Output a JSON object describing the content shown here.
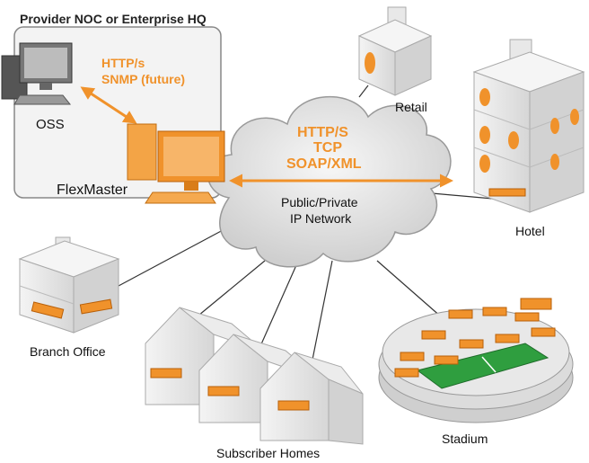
{
  "provider_box": {
    "title": "Provider NOC or Enterprise HQ"
  },
  "oss": {
    "label": "OSS"
  },
  "flexmaster": {
    "label": "FlexMaster"
  },
  "oss_link": {
    "protocol_1": "HTTP/s",
    "protocol_2": "SNMP (future)"
  },
  "cloud": {
    "protocols": [
      "HTTP/S",
      "TCP",
      "SOAP/XML"
    ],
    "network_line_1": "Public/Private",
    "network_line_2": "IP Network"
  },
  "sites": {
    "retail": "Retail",
    "hotel": "Hotel",
    "branch_office": "Branch Office",
    "subscriber_homes": "Subscriber Homes",
    "stadium": "Stadium"
  },
  "colors": {
    "accent_orange": "#f0922b",
    "building_gray": "#e2e2e2",
    "cloud_gray": "#dcdcdc",
    "field_green": "#2f9e3f",
    "line_dark": "#333333"
  }
}
